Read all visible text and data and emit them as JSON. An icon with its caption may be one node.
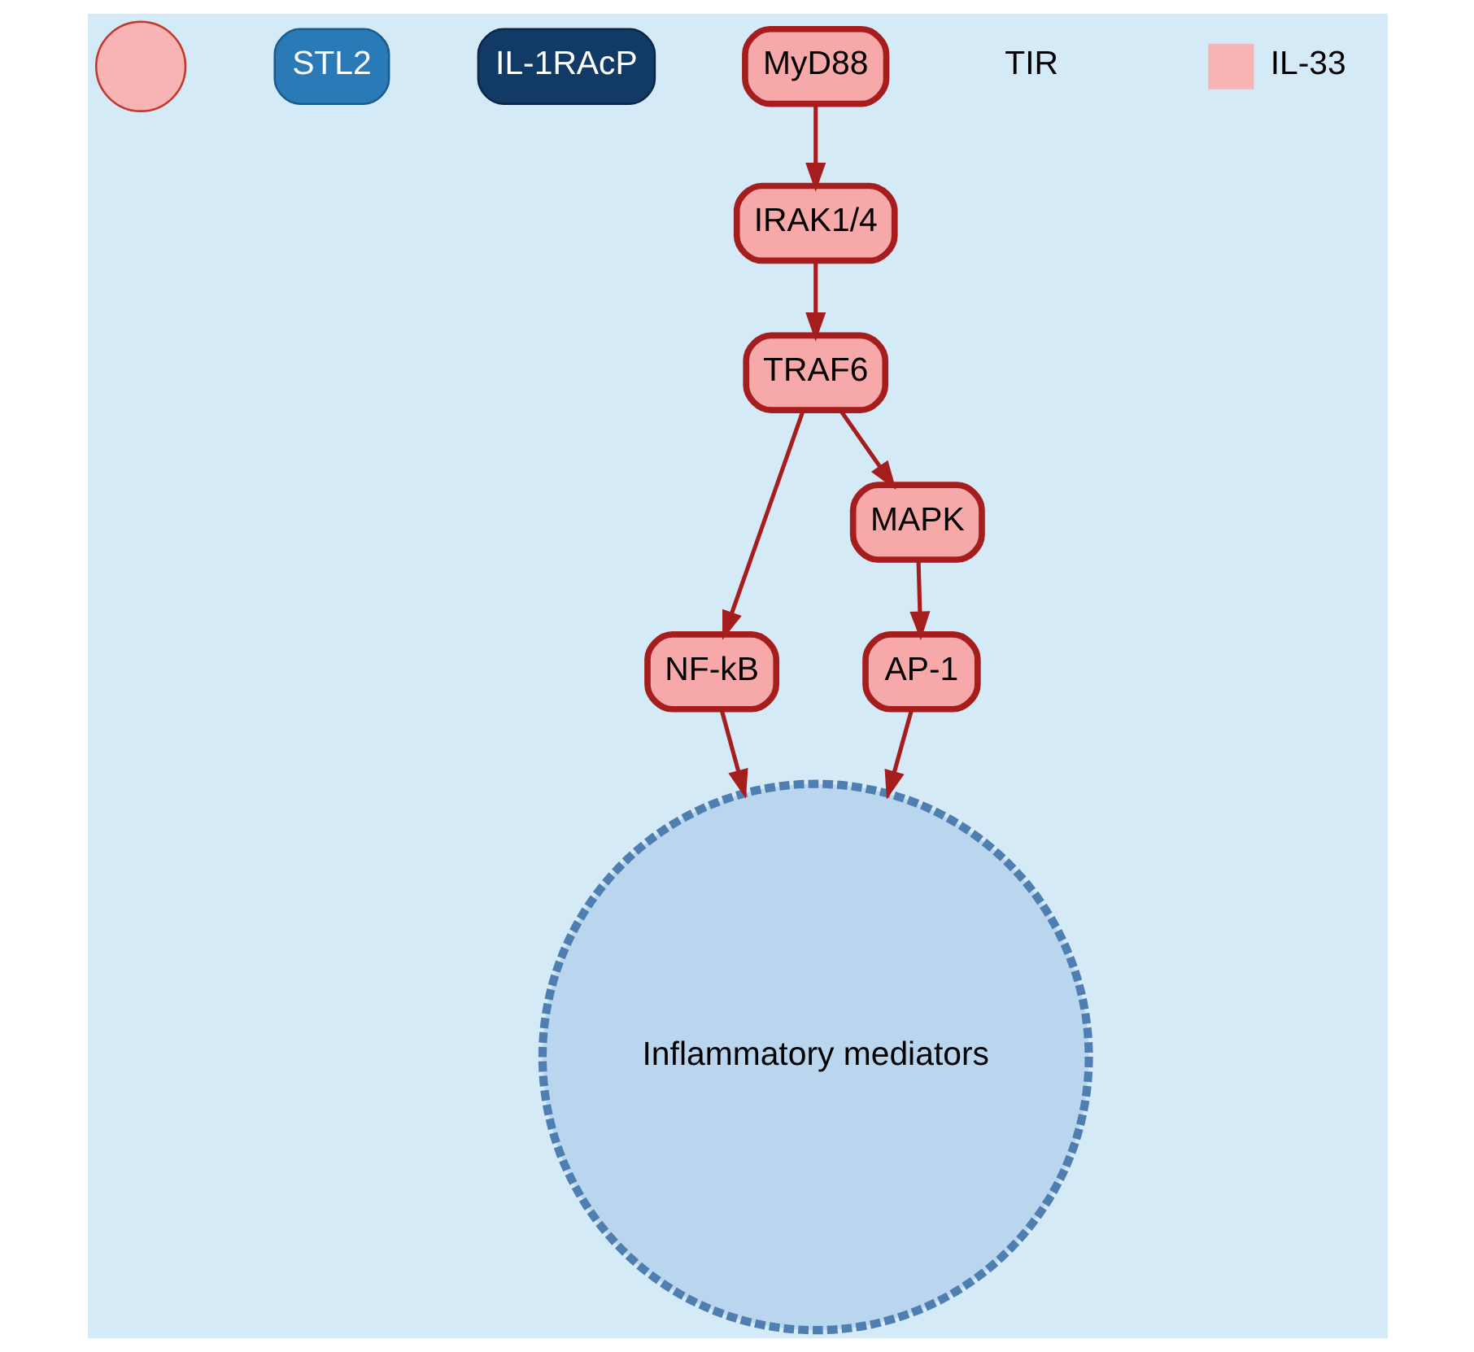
{
  "diagram": {
    "nodes": [
      {
        "text": [],
        "shape": "circle"
      },
      {
        "text": [
          "STL2"
        ]
      },
      {
        "text": [
          "IL-1RAcP"
        ]
      },
      {
        "text": [
          "MyD88"
        ]
      },
      {
        "text": [
          "IRAK1/4"
        ]
      },
      {
        "text": [
          "TRAF6"
        ]
      },
      {
        "text": [
          "NF-kB"
        ]
      },
      {
        "text": [
          "MAPK"
        ]
      },
      {
        "text": [
          "AP-1"
        ]
      },
      {
        "text": [
          "Inflammatory mediators"
        ]
      }
    ],
    "edges": [
      {
        "from": 3,
        "to": 4,
        "arrow": "to"
      },
      {
        "from": 4,
        "to": 5,
        "arrow": "to"
      },
      {
        "from": 5,
        "to": 6,
        "arrow": "to"
      },
      {
        "from": 5,
        "to": 7,
        "arrow": "to"
      },
      {
        "from": 7,
        "to": 8,
        "arrow": "to"
      },
      {
        "from": 6,
        "to": 9,
        "arrow": "to"
      },
      {
        "from": 8,
        "to": 9,
        "arrow": "to"
      }
    ],
    "labels": [
      "TIR"
    ],
    "legend": [
      {
        "text": "IL-33",
        "color": "#f8b4b4"
      }
    ]
  }
}
